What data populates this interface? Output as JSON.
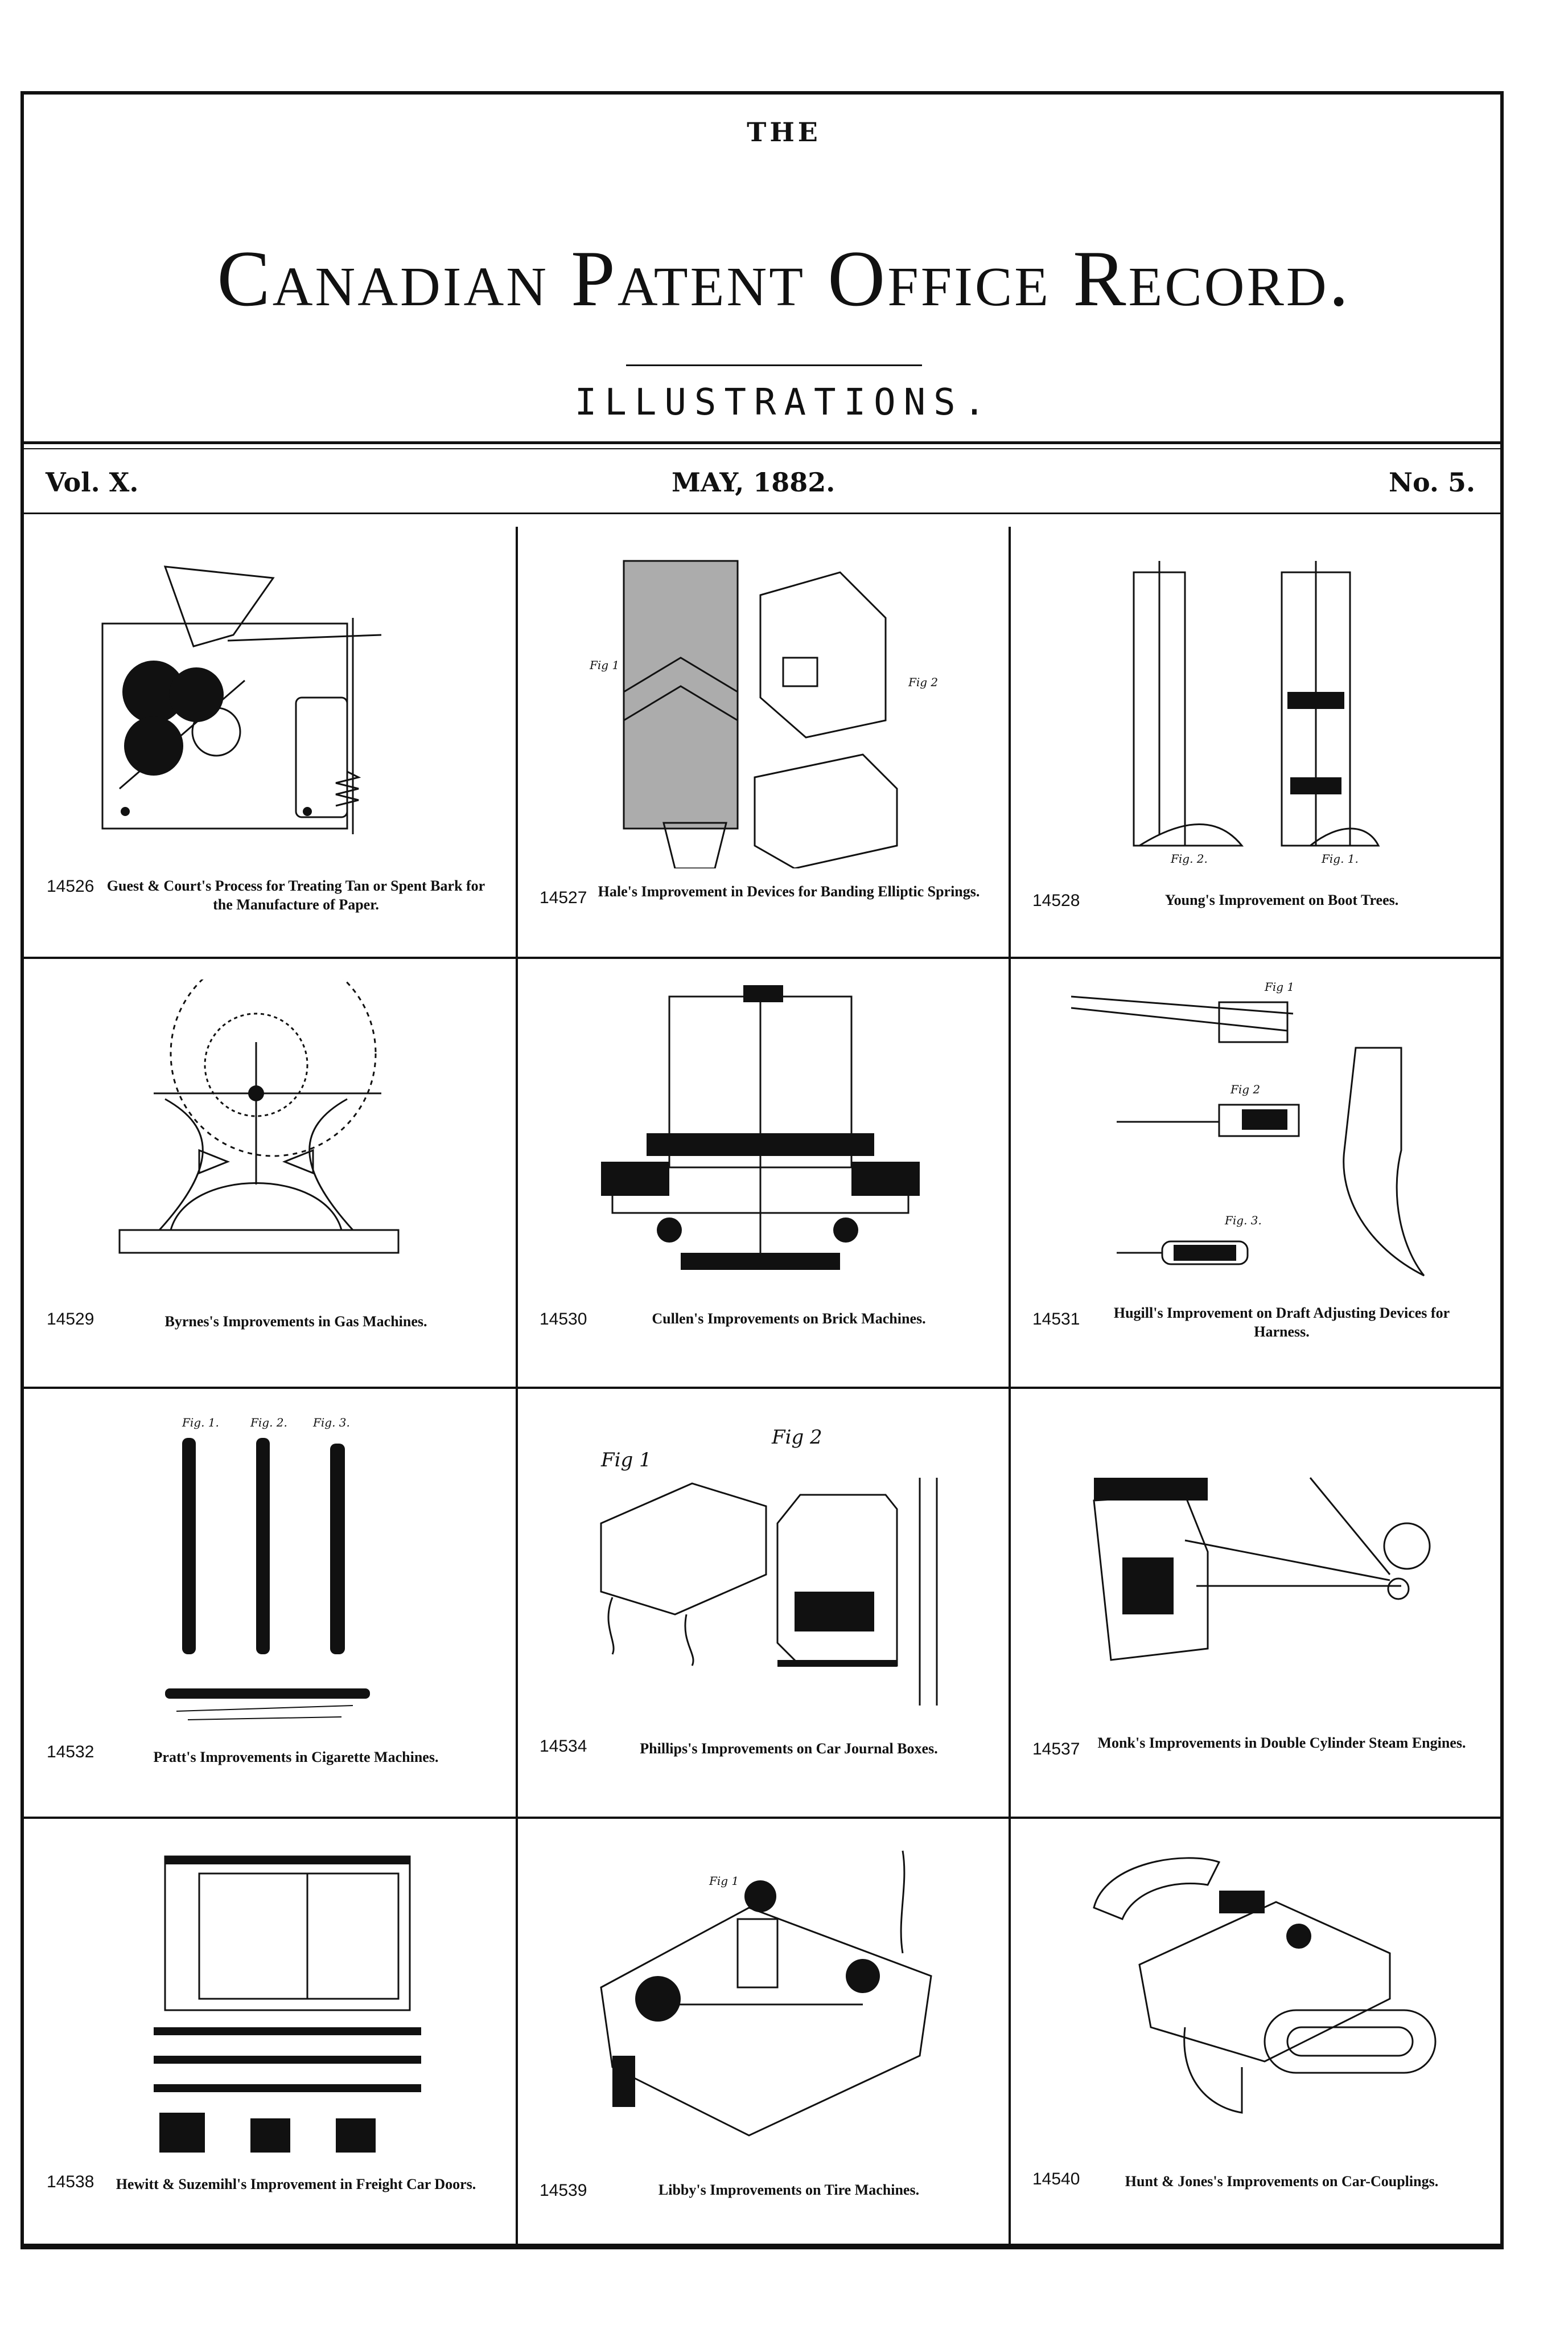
{
  "header": {
    "the": "THE",
    "title": "Canadian Patent Office Record.",
    "subtitle": "ILLUSTRATIONS.",
    "volume": "Vol. X.",
    "date": "MAY, 1882.",
    "number": "No. 5."
  },
  "patents": [
    {
      "number": "14526",
      "caption": "Guest & Court's Process for Treating Tan or Spent Bark for the Manufacture of Paper."
    },
    {
      "number": "14527",
      "caption": "Hale's Improvement in Devices for Banding Elliptic Springs."
    },
    {
      "number": "14528",
      "caption": "Young's Improvement on Boot Trees."
    },
    {
      "number": "14529",
      "caption": "Byrnes's Improvements in Gas Machines."
    },
    {
      "number": "14530",
      "caption": "Cullen's Improvements on Brick Machines."
    },
    {
      "number": "14531",
      "caption": "Hugill's Improvement on Draft Adjusting Devices for Harness."
    },
    {
      "number": "14532",
      "caption": "Pratt's Improvements in Cigarette Machines."
    },
    {
      "number": "14534",
      "caption": "Phillips's Improvements on Car Journal Boxes."
    },
    {
      "number": "14537",
      "caption": "Monk's Improvements in Double Cylinder Steam Engines."
    },
    {
      "number": "14538",
      "caption": "Hewitt & Suzemihl's Improvement in Freight Car Doors."
    },
    {
      "number": "14539",
      "caption": "Libby's Improvements on Tire Machines."
    },
    {
      "number": "14540",
      "caption": "Hunt & Jones's Improvements on Car-Couplings."
    }
  ],
  "figure_labels": {
    "hale_fig1": "Fig 1",
    "hale_fig2": "Fig 2",
    "young_fig2": "Fig. 2.",
    "young_fig1": "Fig. 1.",
    "hugill_fig1": "Fig 1",
    "hugill_fig2": "Fig 2",
    "hugill_fig3": "Fig. 3.",
    "pratt_fig1": "Fig. 1.",
    "pratt_fig2": "Fig. 2.",
    "pratt_fig3": "Fig. 3.",
    "phillips_fig1": "Fig 1",
    "phillips_fig2": "Fig 2",
    "libby_fig1": "Fig 1"
  }
}
